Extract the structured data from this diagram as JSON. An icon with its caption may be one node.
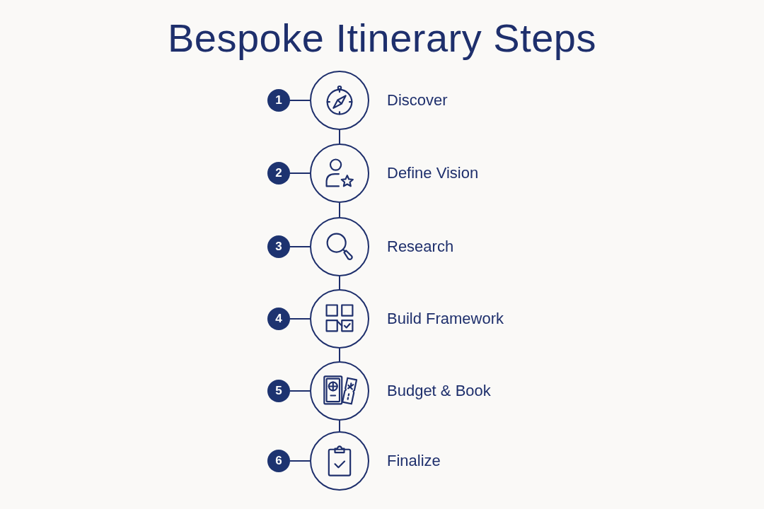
{
  "diagram": {
    "title": "Bespoke Itinerary Steps",
    "nodes": [
      {
        "text": [
          "1"
        ]
      },
      {
        "text": [],
        "shape": "circle",
        "beside": [
          "Discover"
        ]
      },
      {
        "text": [
          "2"
        ]
      },
      {
        "text": [],
        "shape": "circle",
        "beside": [
          "Define Vision"
        ]
      },
      {
        "text": [
          "3"
        ]
      },
      {
        "text": [],
        "shape": "circle",
        "beside": [
          "Research"
        ]
      },
      {
        "text": [
          "4"
        ]
      },
      {
        "text": [],
        "shape": "circle",
        "beside": [
          "Build Framework"
        ]
      },
      {
        "text": [
          "5"
        ]
      },
      {
        "text": [],
        "shape": "circle",
        "beside": [
          "Budget & Book"
        ]
      },
      {
        "text": [
          "6"
        ]
      },
      {
        "text": [],
        "shape": "circle",
        "beside": [
          "Finalize"
        ]
      }
    ],
    "edges": [
      {
        "from": 0,
        "to": 1,
        "arrow": "none"
      },
      {
        "from": 1,
        "to": 3,
        "arrow": "none"
      },
      {
        "from": 2,
        "to": 3,
        "arrow": "none"
      },
      {
        "from": 3,
        "to": 5,
        "arrow": "none"
      },
      {
        "from": 4,
        "to": 5,
        "arrow": "none"
      },
      {
        "from": 5,
        "to": 7,
        "arrow": "none"
      },
      {
        "from": 6,
        "to": 7,
        "arrow": "none"
      },
      {
        "from": 7,
        "to": 9,
        "arrow": "none"
      },
      {
        "from": 8,
        "to": 9,
        "arrow": "none"
      },
      {
        "from": 9,
        "to": 11,
        "arrow": "none"
      },
      {
        "from": 10,
        "to": 11,
        "arrow": "none"
      }
    ]
  }
}
